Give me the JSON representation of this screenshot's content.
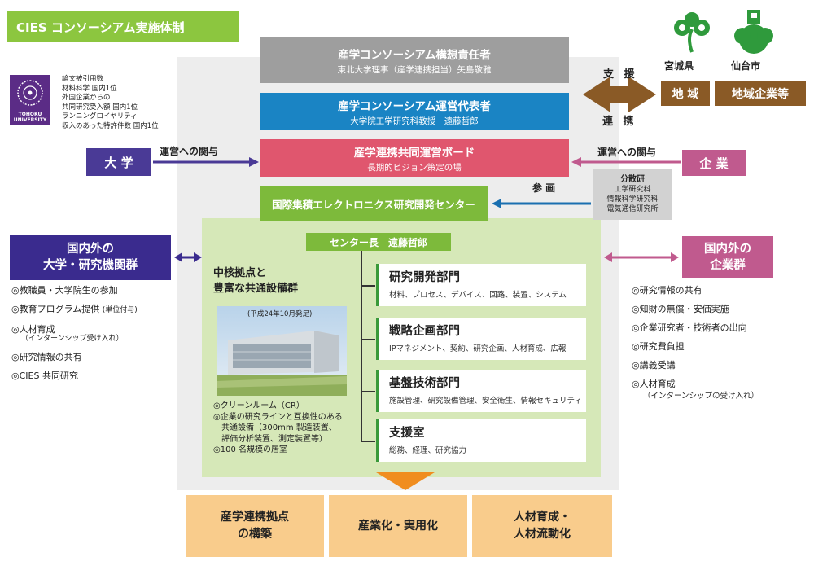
{
  "title": "CIES コンソーシアム実施体制",
  "responsible": {
    "title": "産学コンソーシアム構想責任者",
    "subtitle": "東北大学理事（産学連携担当）矢島敬雅"
  },
  "representative": {
    "title": "産学コンソーシアム運営代表者",
    "subtitle": "大学院工学研究科教授　遠藤哲郎"
  },
  "board": {
    "title": "産学連携共同運営ボード",
    "subtitle": "長期的ビジョン策定の場"
  },
  "center": {
    "title": "国際集積エレクトロニクス研究開発センター"
  },
  "director": {
    "label": "センター長　遠藤哲郎"
  },
  "core": {
    "title_line1": "中核拠点と",
    "title_line2": "豊富な共通設備群",
    "photo_caption": "(平成24年10月発足)",
    "items": [
      "◎クリーンルーム（CR）",
      "◎企業の研究ラインと互換性のある",
      "　共通設備（300mm 製造装置、",
      "　評価分析装置、測定装置等）",
      "◎100 名規模の居室"
    ]
  },
  "departments": [
    {
      "name": "研究開発部門",
      "desc": "材料、プロセス、デバイス、回路、装置、システム"
    },
    {
      "name": "戦略企画部門",
      "desc": "IPマネジメント、契約、研究企画、人材育成、広報"
    },
    {
      "name": "基盤技術部門",
      "desc": "施設管理、研究設備管理、安全衛生、情報セキュリティ"
    },
    {
      "name": "支援室",
      "desc": "総務、経理、研究協力"
    }
  ],
  "outcomes": [
    {
      "line1": "産学連携拠点",
      "line2": "の構築"
    },
    {
      "line1": "産業化・実用化",
      "line2": ""
    },
    {
      "line1": "人材育成・",
      "line2": "人材流動化"
    }
  ],
  "university": {
    "tag": "大 学",
    "relation_label": "運営への関与",
    "logo_text_line1": "TOHOKU",
    "logo_text_line2": "UNIVERSITY",
    "stats": [
      "論文被引用数",
      "材料科学 国内1位",
      "外国企業からの",
      "共同研究受入額 国内1位",
      "ランニングロイヤリティ",
      "収入のあった特許件数 国内1位"
    ]
  },
  "company": {
    "tag": "企 業",
    "relation_label": "運営への関与"
  },
  "branch": {
    "participate_label": "参 画",
    "title": "分散研",
    "items": [
      "工学研究科",
      "情報科学研究科",
      "電気通信研究所"
    ]
  },
  "left_group": {
    "line1": "国内外の",
    "line2": "大学・研究機関群",
    "items": [
      {
        "text": "◎教職員・大学院生の参加",
        "sub": ""
      },
      {
        "text": "◎教育プログラム提供",
        "inline_sub": "(単位付与)",
        "sub": ""
      },
      {
        "text": "◎人材育成",
        "sub": "（インターンシップ受け入れ）"
      },
      {
        "text": "◎研究情報の共有",
        "sub": ""
      },
      {
        "text": "◎CIES 共同研究",
        "sub": ""
      }
    ]
  },
  "right_group": {
    "line1": "国内外の",
    "line2": "企業群",
    "items": [
      {
        "text": "◎研究情報の共有",
        "sub": ""
      },
      {
        "text": "◎知財の無償・安価実施",
        "sub": ""
      },
      {
        "text": "◎企業研究者・技術者の出向",
        "sub": ""
      },
      {
        "text": "◎研究費負担",
        "sub": ""
      },
      {
        "text": "◎講義受講",
        "sub": ""
      },
      {
        "text": "◎人材育成",
        "sub": "（インターンシップの受け入れ）"
      }
    ]
  },
  "region": {
    "support_label": "支 援",
    "link_label": "連 携",
    "miyagi": "宮城県",
    "sendai": "仙台市",
    "region_tag": "地 域",
    "region_corp_tag": "地域企業等"
  },
  "colors": {
    "green": "#8cc63f",
    "gray": "#9e9e9e",
    "blue": "#1a84c4",
    "pink": "#e0566e",
    "purple": "#3a2b8e",
    "magenta": "#c05a8e",
    "brown": "#8a5a26",
    "orange": "#f08d1f"
  }
}
